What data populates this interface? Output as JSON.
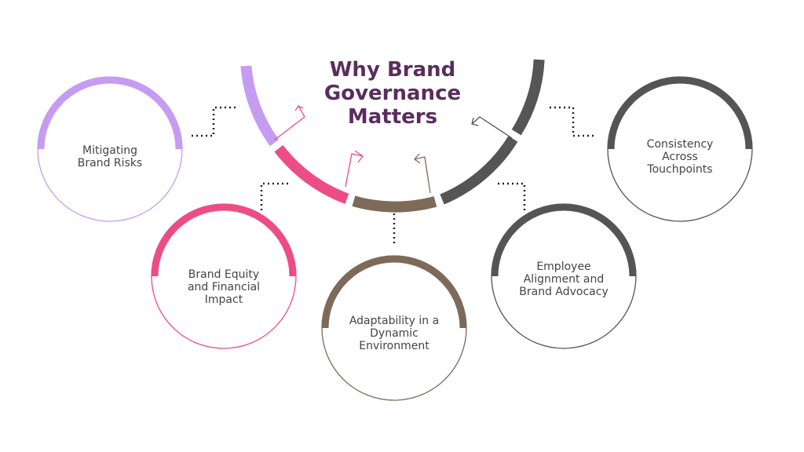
{
  "title_lines": [
    "Why Brand",
    "Governance",
    "Matters"
  ],
  "colors": {
    "title": "#5a2d5e",
    "lavender": "#c69cf2",
    "pink": "#ec4d84",
    "brown": "#7d6a58",
    "gray": "#555555",
    "text": "#444444"
  },
  "items": [
    {
      "lines": [
        "Mitigating",
        "Brand Risks"
      ]
    },
    {
      "lines": [
        "Brand Equity",
        "and Financial",
        "Impact"
      ]
    },
    {
      "lines": [
        "Adaptability in a",
        "Dynamic",
        "Environment"
      ]
    },
    {
      "lines": [
        "Employee",
        "Alignment and",
        "Brand Advocacy"
      ]
    },
    {
      "lines": [
        "Consistency",
        "Across",
        "Touchpoints"
      ]
    }
  ]
}
